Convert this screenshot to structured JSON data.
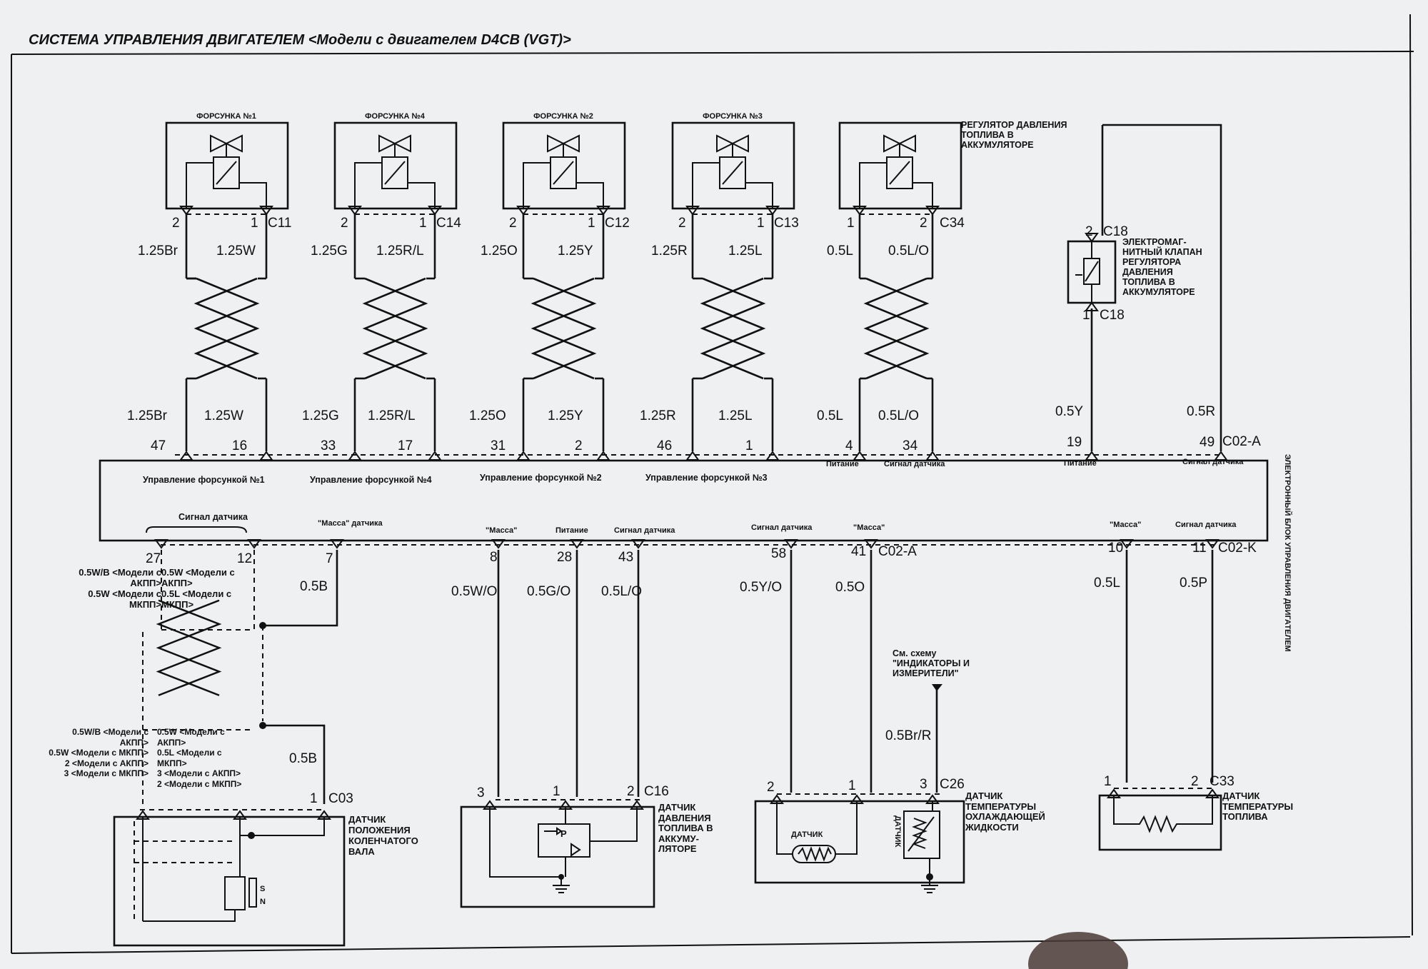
{
  "title": "СИСТЕМА УПРАВЛЕНИЯ ДВИГАТЕЛЕМ <Модели с двигателем D4CB (VGT)>",
  "ecu": {
    "label": "ЭЛЕКТРОННЫЙ БЛОК УПРАВЛЕНИЯ ДВИГАТЕЛЕМ",
    "top_connector": "C02-A",
    "bottom_connector_a": "C02-A",
    "bottom_connector_k": "C02-K",
    "top_labels": [
      "Управление форсункой №1",
      "Управление форсункой №4",
      "Управление форсункой №2",
      "Управление форсункой №3",
      "Питание",
      "Сигнал датчика",
      "Питание",
      "Сигнал датчика"
    ],
    "bottom_labels": [
      "Сигнал датчика",
      "\"Масса\" датчика",
      "\"Масса\"",
      "Питание",
      "Сигнал датчика",
      "Сигнал датчика",
      "\"Масса\"",
      "\"Масса\"",
      "Сигнал датчика"
    ]
  },
  "top_components": [
    {
      "label": "ФОРСУНКА №1",
      "connector": "C11",
      "pin_left": "2",
      "pin_right": "1",
      "wire_left": "1.25Br",
      "wire_right": "1.25W",
      "ecu_pin_left": "47",
      "ecu_pin_right": "16",
      "wire_left_b": "1.25Br",
      "wire_right_b": "1.25W"
    },
    {
      "label": "ФОРСУНКА №4",
      "connector": "C14",
      "pin_left": "2",
      "pin_right": "1",
      "wire_left": "1.25G",
      "wire_right": "1.25R/L",
      "ecu_pin_left": "33",
      "ecu_pin_right": "17",
      "wire_left_b": "1.25G",
      "wire_right_b": "1.25R/L"
    },
    {
      "label": "ФОРСУНКА №2",
      "connector": "C12",
      "pin_left": "2",
      "pin_right": "1",
      "wire_left": "1.25O",
      "wire_right": "1.25Y",
      "ecu_pin_left": "31",
      "ecu_pin_right": "2",
      "wire_left_b": "1.25O",
      "wire_right_b": "1.25Y"
    },
    {
      "label": "ФОРСУНКА №3",
      "connector": "C13",
      "pin_left": "2",
      "pin_right": "1",
      "wire_left": "1.25R",
      "wire_right": "1.25L",
      "ecu_pin_left": "46",
      "ecu_pin_right": "1",
      "wire_left_b": "1.25R",
      "wire_right_b": "1.25L"
    },
    {
      "label": "РЕГУЛЯТОР ДАВЛЕНИЯ ТОПЛИВА В АККУМУЛЯТОРЕ",
      "connector": "C34",
      "pin_left": "1",
      "pin_right": "2",
      "wire_left": "0.5L",
      "wire_right": "0.5L/O",
      "ecu_pin_left": "4",
      "ecu_pin_right": "34",
      "wire_left_b": "0.5L",
      "wire_right_b": "0.5L/O"
    }
  ],
  "solenoid": {
    "label": "ЭЛЕКТРОМАГ- НИТНЫЙ КЛАПАН РЕГУЛЯТОРА ДАВЛЕНИЯ ТОПЛИВА В АККУМУЛЯТОРЕ",
    "pin_top": "2",
    "pin_bottom": "1",
    "connector": "C18",
    "wire_left": "0.5Y",
    "wire_right": "0.5R",
    "ecu_pin_left": "19",
    "ecu_pin_right": "49"
  },
  "crank": {
    "label": "ДАТЧИК ПОЛОЖЕНИЯ КОЛЕНЧАТОГО ВАЛА",
    "connector": "C03",
    "ecu_pins": [
      "27",
      "12",
      "7"
    ],
    "wire_shield": "0.5B",
    "wire_shield_b": "0.5B",
    "pin_right": "1",
    "magnet_s": "S",
    "magnet_n": "N",
    "upper_notes": [
      "0.5W/B <Модели с АКПП>",
      "0.5W <Модели с МКПП>",
      "0.5W <Модели с АКПП>",
      "0.5L <Модели с МКПП>"
    ],
    "lower_notes": [
      "0.5W/B <Модели с АКПП>",
      "0.5W <Модели с МКПП>",
      "2 <Модели с АКПП>",
      "3 <Модели с МКПП>",
      "0.5W <Модели с АКПП>",
      "0.5L <Модели с МКПП>",
      "3 <Модели с АКПП>",
      "2 <Модели с МКПП>"
    ]
  },
  "rail_sensor": {
    "label": "ДАТЧИК ДАВЛЕНИЯ ТОПЛИВА В АККУМУ- ЛЯТОРЕ",
    "connector": "C16",
    "ecu_pins": [
      "8",
      "28",
      "43"
    ],
    "wires": [
      "0.5W/O",
      "0.5G/O",
      "0.5L/O"
    ],
    "pins": [
      "3",
      "1",
      "2"
    ],
    "symbol": "P"
  },
  "coolant_sensor": {
    "label": "ДАТЧИК ТЕМПЕРАТУРЫ ОХЛАЖДАЮЩЕЙ ЖИДКОСТИ",
    "connector": "C26",
    "ecu_pins": [
      "58",
      "41"
    ],
    "wires": [
      "0.5Y/O",
      "0.5O",
      "0.5Br/R"
    ],
    "pins": [
      "2",
      "1",
      "3"
    ],
    "inner_left": "ДАТЧИК",
    "inner_right": "ДАТЧИК",
    "reference": "См. схему \"ИНДИКАТОРЫ И ИЗМЕРИТЕЛИ\""
  },
  "fuel_temp_sensor": {
    "label": "ДАТЧИК ТЕМПЕРАТУРЫ ТОПЛИВА",
    "connector": "C33",
    "ecu_pins": [
      "10",
      "11"
    ],
    "wires": [
      "0.5L",
      "0.5P"
    ],
    "pins": [
      "1",
      "2"
    ]
  }
}
